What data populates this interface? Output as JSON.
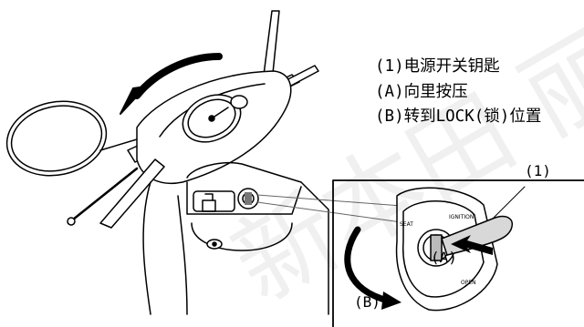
{
  "legend": {
    "item_1": "(1)电源开关钥匙",
    "item_a": "(A)向里按压",
    "item_b": "(B)转到LOCK(锁)位置"
  },
  "callouts": {
    "key": "(1)",
    "push": "(A)",
    "turn": "(B)"
  },
  "switch_labels": {
    "seat": "SEAT",
    "ignition": "IGNITION",
    "open": "OPEN"
  },
  "watermark": "新本田 丽"
}
